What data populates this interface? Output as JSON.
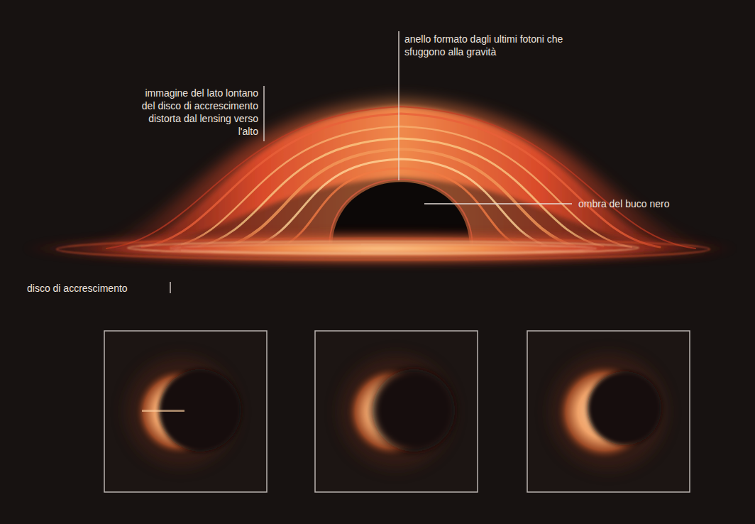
{
  "diagram": {
    "labels": [
      "anello formato dagli ultimi fotoni che sfuggono alla gravità",
      "immagine del lato lontano del disco di accrescimento distorta dal lensing verso l'alto",
      "ombra del buco nero",
      "disco di accrescimento"
    ]
  }
}
